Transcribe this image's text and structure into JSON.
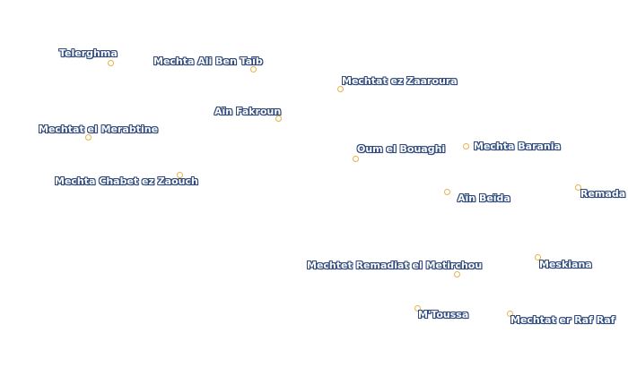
{
  "colors": {
    "label_fill": "#ffffff",
    "label_halo": "#2f4a7c",
    "marker_outline": "#e8b24a",
    "marker_fill": "#ffffff",
    "background": "#ffffff"
  },
  "places": [
    {
      "id": "telerghma",
      "name": "Telerghma"
    },
    {
      "id": "mechta-ali-ben-taib",
      "name": "Mechta Ali Ben Taïb"
    },
    {
      "id": "mechtat-ez-zaaroura",
      "name": "Mechtat ez Zaaroura"
    },
    {
      "id": "ain-fakroun",
      "name": "Aïn Fakroun"
    },
    {
      "id": "mechtat-el-merabtine",
      "name": "Mechtat el Merabtine"
    },
    {
      "id": "oum-el-bouaghi",
      "name": "Oum el Bouaghi"
    },
    {
      "id": "mechta-barania",
      "name": "Mechta Barania"
    },
    {
      "id": "mechta-chabet-ez-zaouch",
      "name": "Mechta Chabet ez Zaouch"
    },
    {
      "id": "ain-beida",
      "name": "Aïn Beïda"
    },
    {
      "id": "remada",
      "name": "Remada"
    },
    {
      "id": "mechtet-remadiat-el-metirchou",
      "name": "Mechtet Remadiat el Metirchou"
    },
    {
      "id": "meskiana",
      "name": "Meskiana"
    },
    {
      "id": "m-toussa",
      "name": "M'Toussa"
    },
    {
      "id": "mechtat-er-raf-raf",
      "name": "Mechtat er Raf Raf"
    }
  ]
}
